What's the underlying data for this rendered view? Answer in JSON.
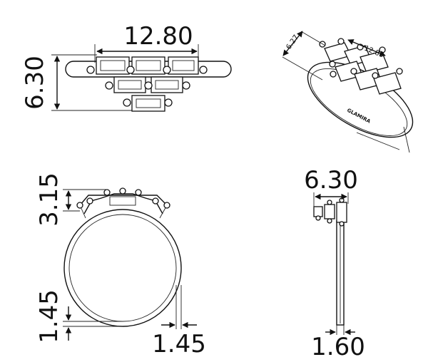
{
  "views": {
    "top": {
      "width_label": "12.80",
      "height_label": "6.30"
    },
    "perspective": {
      "label_a": "6.27",
      "label_b": "12.80",
      "engraving": "GLAMIRA"
    },
    "front": {
      "height_label": "3.15",
      "bottom_label": "1.45",
      "band_label": "1.45"
    },
    "side": {
      "width_label": "6.30",
      "band_label": "1.60"
    }
  }
}
